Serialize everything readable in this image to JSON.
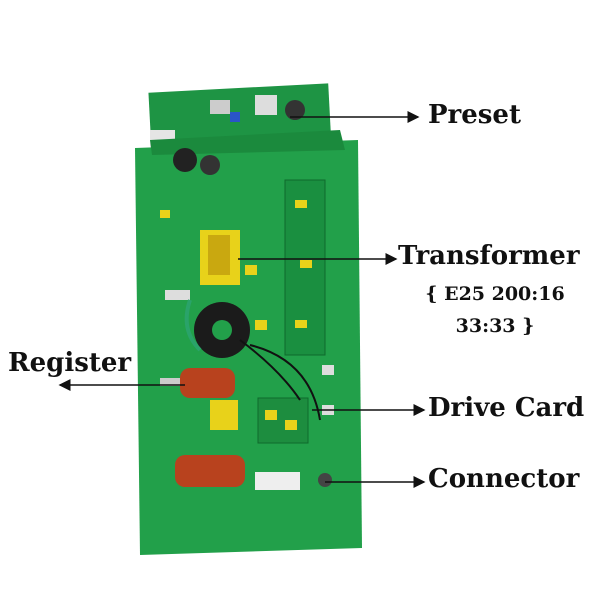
{
  "labels": {
    "preset": "Preset",
    "transformer": "Transformer",
    "transformer_spec_line1": "{ E25 200:16",
    "transformer_spec_line2": "33:33 }",
    "register": "Register",
    "drive_card": "Drive Card",
    "connector": "Connector"
  },
  "colors": {
    "pcb_green": "#1f9a45",
    "component_yellow": "#e8d21a",
    "capacitor_red": "#b8421e",
    "arrow": "#111111"
  }
}
